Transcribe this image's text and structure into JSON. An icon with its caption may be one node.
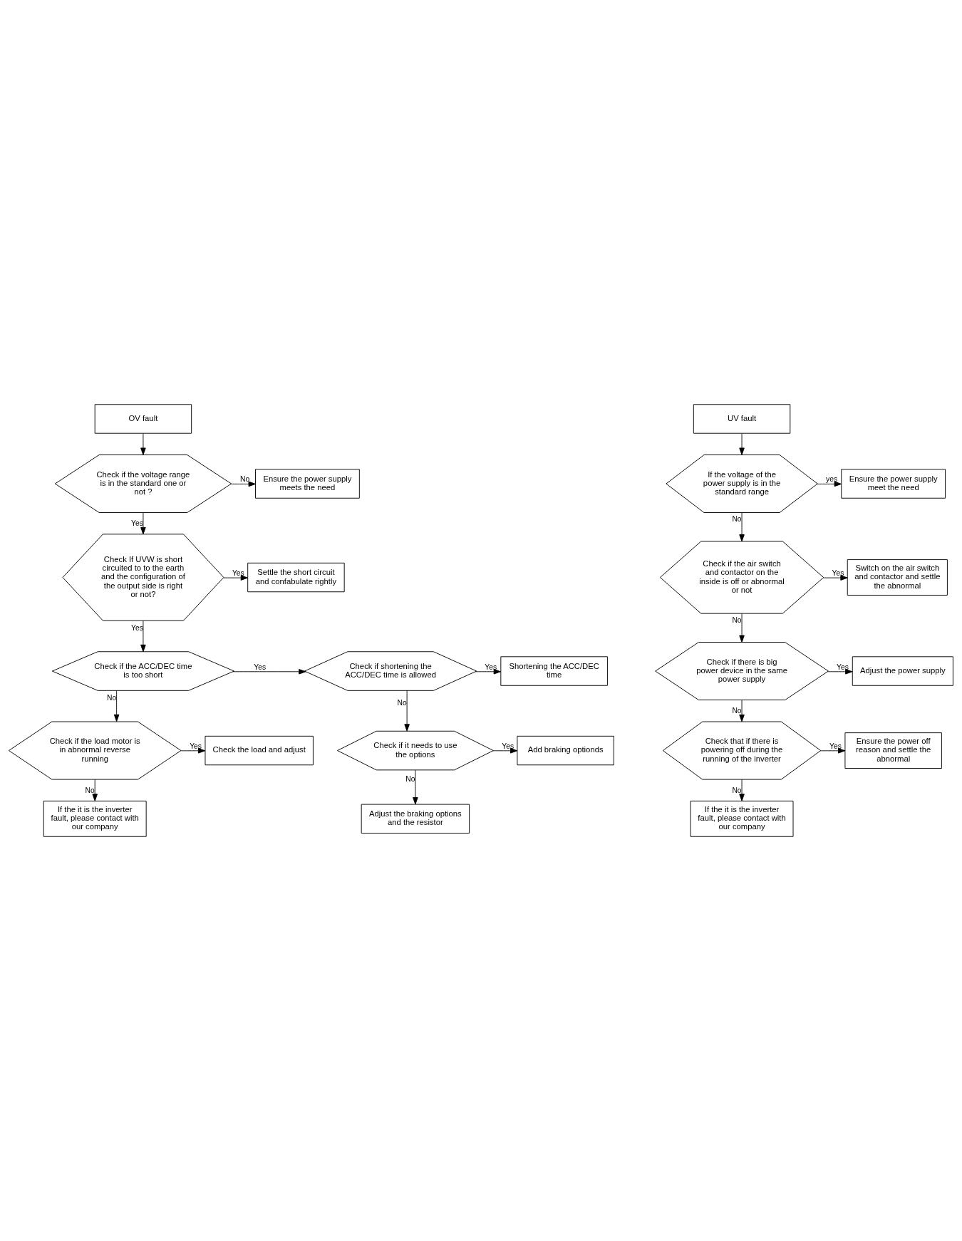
{
  "diagram": {
    "nodes": [
      {
        "text": [
          "OV fault"
        ]
      },
      {
        "text": [
          "Check if the voltage range is in the standard one or not ?"
        ]
      },
      {
        "text": [
          "Ensure the power supply meets the need"
        ]
      },
      {
        "text": [
          "Check If UVW is short circuited to to the earth and the configuration of the output side is right or not?"
        ]
      },
      {
        "text": [
          "Settle the short circuit and confabulate rightly"
        ]
      },
      {
        "text": [
          "Check if the ACC/DEC time is too short"
        ]
      },
      {
        "text": [
          "Check if shortening the ACC/DEC time is allowed"
        ]
      },
      {
        "text": [
          "Shortening the ACC/DEC time"
        ]
      },
      {
        "text": [
          "Check the load and adjust"
        ]
      },
      {
        "text": [
          "Check if the load motor is in abnormal reverse running"
        ]
      },
      {
        "text": [
          "Check if it needs to use the options"
        ]
      },
      {
        "text": [
          "Add braking optionds"
        ]
      },
      {
        "text": [
          "If the it is the inverter fault, please contact with our company"
        ]
      },
      {
        "text": [
          "Adjust the braking options and the resistor"
        ]
      },
      {
        "text": [
          "UV fault"
        ]
      },
      {
        "text": [
          "If the voltage of the power supply is in the standard range"
        ]
      },
      {
        "text": [
          "Ensure the power supply meet the need"
        ]
      },
      {
        "text": [
          "Check if the air switch and contactor on the inside is off or abnormal or not"
        ]
      },
      {
        "text": [
          "Switch on the air switch and contactor and settle the abnormal"
        ]
      },
      {
        "text": [
          "Check if there is big power device in the same power supply"
        ]
      },
      {
        "text": [
          "Adjust the power supply"
        ]
      },
      {
        "text": [
          "Check that if there is powering off during the running of the inverter"
        ]
      },
      {
        "text": [
          "Ensure the power off reason and settle the abnormal"
        ]
      },
      {
        "text": [
          "If the it is the inverter fault, please contact with our company"
        ]
      }
    ],
    "edges": [
      {
        "from": 0,
        "to": 1,
        "arrow": "to"
      },
      {
        "from": 1,
        "to": 2,
        "arrow": "to",
        "label": "No"
      },
      {
        "from": 1,
        "to": 3,
        "arrow": "to",
        "label": "Yes"
      },
      {
        "from": 3,
        "to": 4,
        "arrow": "to",
        "label": "Yes"
      },
      {
        "from": 3,
        "to": 5,
        "arrow": "to",
        "label": "Yes"
      },
      {
        "from": 5,
        "to": 6,
        "arrow": "to",
        "label": "Yes"
      },
      {
        "from": 6,
        "to": 7,
        "arrow": "to",
        "label": "Yes"
      },
      {
        "from": 5,
        "to": 9,
        "arrow": "to",
        "label": "No"
      },
      {
        "from": 9,
        "to": 8,
        "arrow": "to",
        "label": "Yes"
      },
      {
        "from": 9,
        "to": 12,
        "arrow": "to",
        "label": "No"
      },
      {
        "from": 6,
        "to": 10,
        "arrow": "to",
        "label": "No"
      },
      {
        "from": 10,
        "to": 11,
        "arrow": "to",
        "label": "Yes"
      },
      {
        "from": 10,
        "to": 13,
        "arrow": "to",
        "label": "No"
      },
      {
        "from": 14,
        "to": 15,
        "arrow": "to"
      },
      {
        "from": 15,
        "to": 16,
        "arrow": "to",
        "label": "yes"
      },
      {
        "from": 15,
        "to": 17,
        "arrow": "to",
        "label": "No"
      },
      {
        "from": 17,
        "to": 18,
        "arrow": "to",
        "label": "Yes"
      },
      {
        "from": 17,
        "to": 19,
        "arrow": "to",
        "label": "No"
      },
      {
        "from": 19,
        "to": 20,
        "arrow": "to",
        "label": "Yes"
      },
      {
        "from": 19,
        "to": 21,
        "arrow": "to",
        "label": "No"
      },
      {
        "from": 21,
        "to": 22,
        "arrow": "to",
        "label": "Yes"
      },
      {
        "from": 21,
        "to": 23,
        "arrow": "to",
        "label": "No"
      }
    ]
  }
}
